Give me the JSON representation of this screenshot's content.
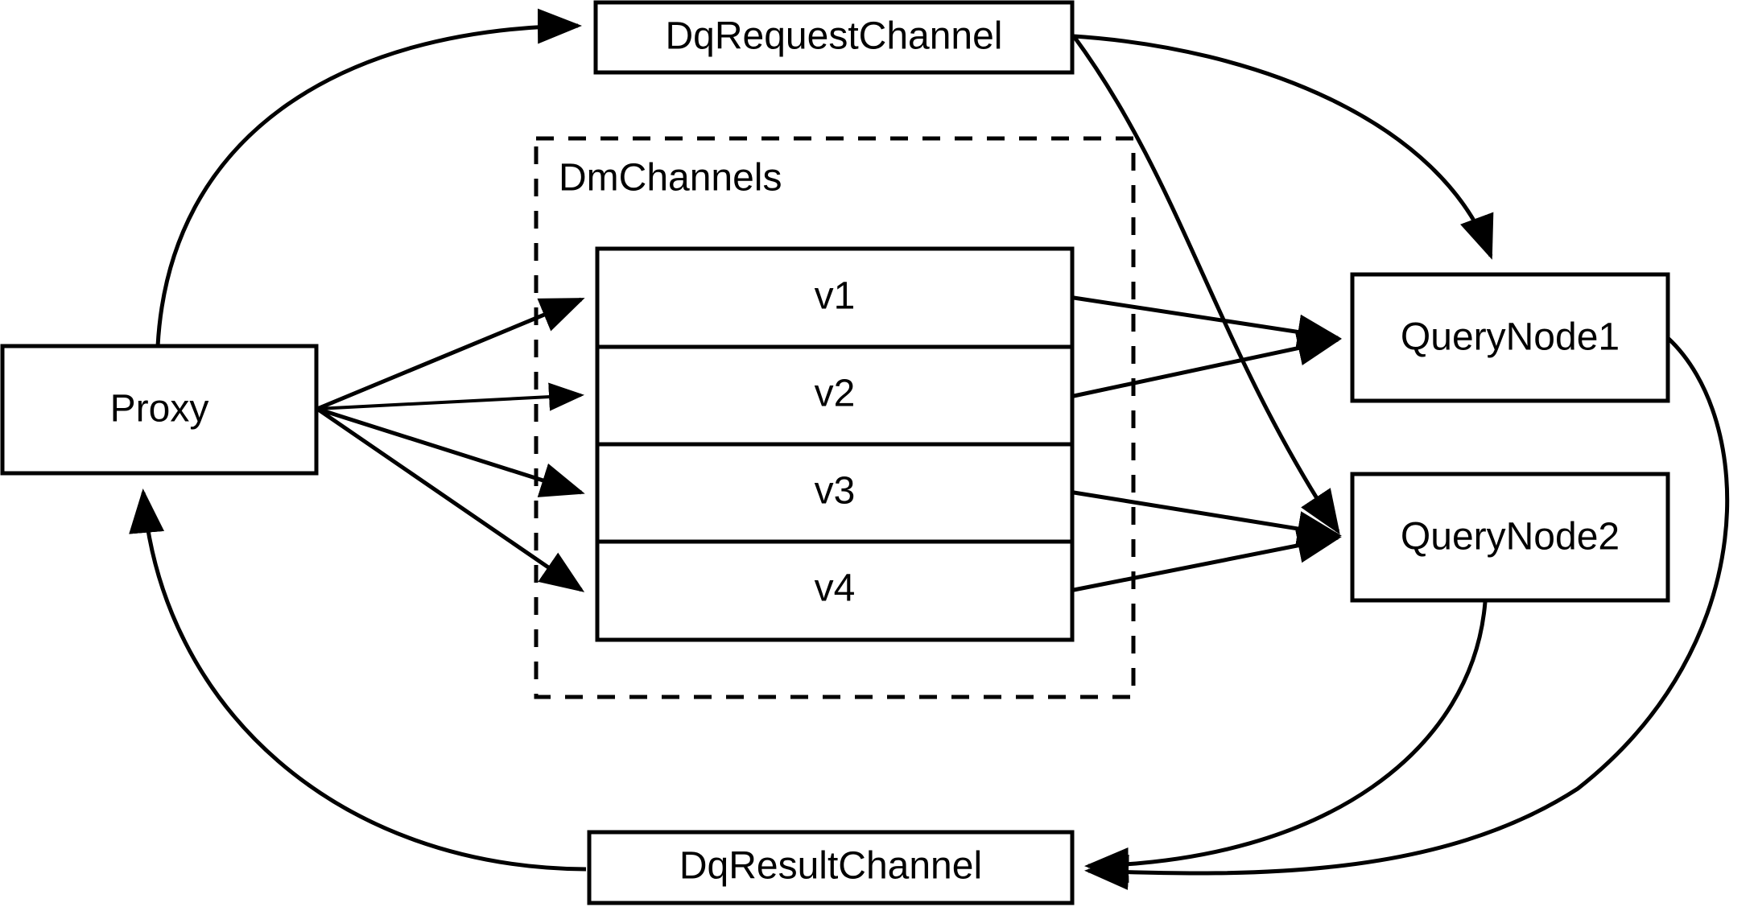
{
  "diagram": {
    "title": "Milvus query flow diagram",
    "background_color": "#ffffff",
    "stroke_color": "#000000",
    "nodes": {
      "proxy": {
        "label": "Proxy"
      },
      "dq_request_channel": {
        "label": "DqRequestChannel"
      },
      "dq_result_channel": {
        "label": "DqResultChannel"
      },
      "query_node_1": {
        "label": "QueryNode1"
      },
      "query_node_2": {
        "label": "QueryNode2"
      },
      "dm_channels_group": {
        "label": "DmChannels"
      }
    },
    "channels": [
      {
        "label": "v1"
      },
      {
        "label": "v2"
      },
      {
        "label": "v3"
      },
      {
        "label": "v4"
      }
    ],
    "edges": [
      {
        "from": "Proxy",
        "to": "DqRequestChannel",
        "style": "curved",
        "arrow": true
      },
      {
        "from": "Proxy",
        "to": "v1",
        "style": "straight",
        "arrow": true
      },
      {
        "from": "Proxy",
        "to": "v2",
        "style": "straight",
        "arrow": true
      },
      {
        "from": "Proxy",
        "to": "v3",
        "style": "straight",
        "arrow": true
      },
      {
        "from": "Proxy",
        "to": "v4",
        "style": "straight",
        "arrow": true
      },
      {
        "from": "DqRequestChannel",
        "to": "QueryNode1",
        "style": "curved",
        "arrow": true
      },
      {
        "from": "DqRequestChannel",
        "to": "QueryNode2",
        "style": "curved",
        "arrow": true
      },
      {
        "from": "v1",
        "to": "QueryNode1",
        "style": "straight",
        "arrow": true
      },
      {
        "from": "v2",
        "to": "QueryNode1",
        "style": "straight",
        "arrow": true
      },
      {
        "from": "v3",
        "to": "QueryNode2",
        "style": "straight",
        "arrow": true
      },
      {
        "from": "v4",
        "to": "QueryNode2",
        "style": "straight",
        "arrow": true
      },
      {
        "from": "QueryNode1",
        "to": "DqResultChannel",
        "style": "curved",
        "arrow": true
      },
      {
        "from": "QueryNode2",
        "to": "DqResultChannel",
        "style": "curved",
        "arrow": true
      },
      {
        "from": "DqResultChannel",
        "to": "Proxy",
        "style": "curved",
        "arrow": true
      }
    ]
  }
}
